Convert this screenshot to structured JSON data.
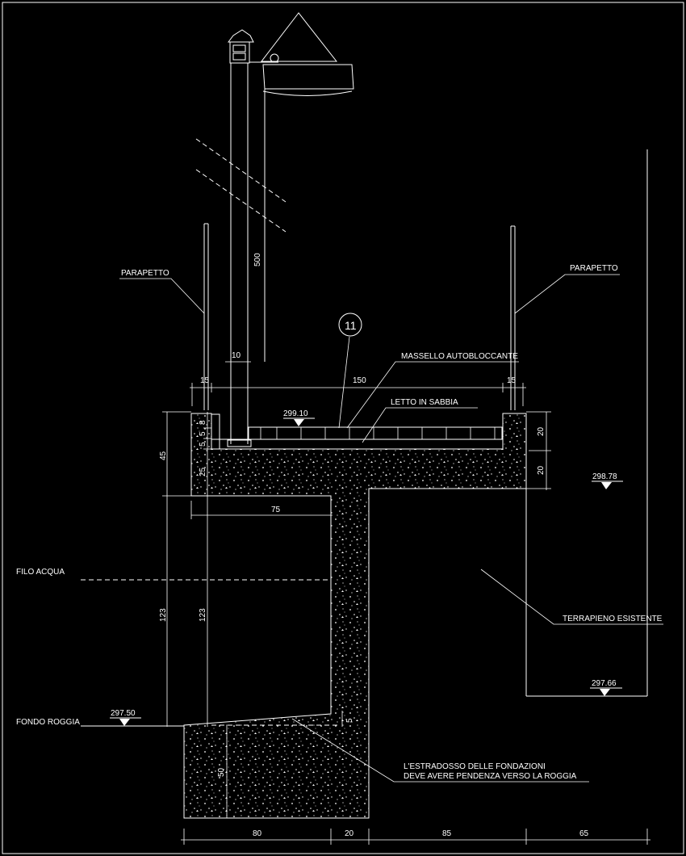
{
  "labels": {
    "parapetto_left": "PARAPETTO",
    "parapetto_right": "PARAPETTO",
    "callout_number": "11",
    "massello": "MASSELLO AUTOBLOCCANTE",
    "letto": "LETTO IN SABBIA",
    "filo_acqua": "FILO ACQUA",
    "fondo_roggia": "FONDO ROGGIA",
    "terrapieno": "TERRAPIENO ESISTENTE",
    "estradosso_line1": "L'ESTRADOSSO DELLE FONDAZIONI",
    "estradosso_line2": "DEVE AVERE PENDENZA VERSO LA ROGGIA"
  },
  "elevations": {
    "deck": "299.10",
    "right_top": "298.78",
    "right_bottom": "297.66",
    "channel_bottom": "297.50"
  },
  "dimensions": {
    "pole_height": "500",
    "pole_width": "10",
    "top_left": "15",
    "top_center": "150",
    "top_right": "15",
    "left_total": "45",
    "left_8": "8",
    "left_5a": "5",
    "left_5b": "5",
    "left_25": "25",
    "right_20a": "20",
    "right_20b": "20",
    "cantilever": "75",
    "wall_height_outer": "123",
    "wall_height_inner": "123",
    "footing_depth": "50",
    "slope_offset": "5",
    "bottom_80": "80",
    "bottom_20": "20",
    "bottom_85": "85",
    "bottom_65": "65"
  }
}
